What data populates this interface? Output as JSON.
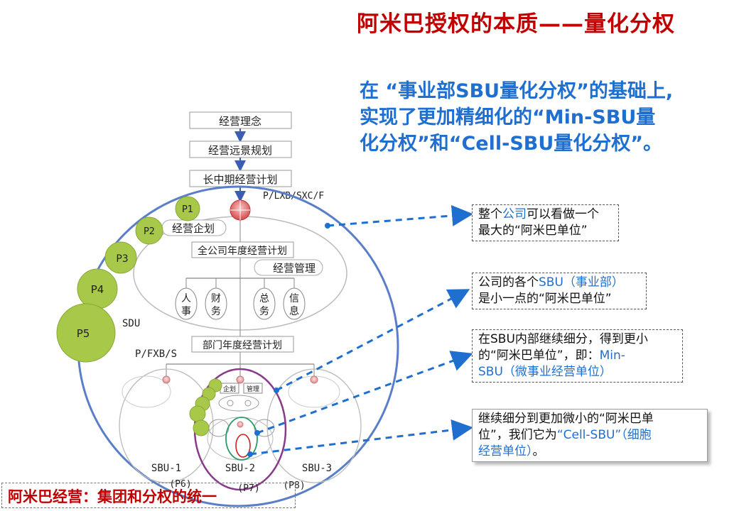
{
  "title": "阿米巴授权的本质——量化分权",
  "subtitle": {
    "line1": "在 “事业部SBU量化分权”的基础上,",
    "line2": "实现了更加精细化的“Min-SBU量",
    "line3": "化分权”和“Cell-SBU量化分权”。"
  },
  "diagram": {
    "flow": [
      "经营理念",
      "经营远景规划",
      "长中期经营计划"
    ],
    "p_lxb": "P/LXB/SXC/F",
    "p_labels": [
      "P1",
      "P2",
      "P3",
      "P4",
      "P5"
    ],
    "sdu": "SDU",
    "planning": "经营企划",
    "annual_plan": "全公司年度经营计划",
    "management": "经营管理",
    "functions": [
      {
        "top": "人",
        "bottom": "事"
      },
      {
        "top": "财",
        "bottom": "务"
      },
      {
        "top": "总",
        "bottom": "务"
      },
      {
        "top": "信",
        "bottom": "息"
      }
    ],
    "dept_plan": "部门年度经营计划",
    "p_fxb": "P/FXB/S",
    "mini_labels": [
      "企划",
      "管理"
    ],
    "sbus": [
      "SBU-1",
      "SBU-2",
      "SBU-3"
    ],
    "sbu_p": [
      "(P6)",
      "(P7)",
      "(P8)"
    ]
  },
  "notes": {
    "n1_a": "整个",
    "n1_hl": "公司",
    "n1_b": "可以看做一个",
    "n1_c": "最大的“阿米巴单位”",
    "n2_a": "公司的各个",
    "n2_hl": "SBU（事业部）",
    "n2_b": "是小一点的“阿米巴单位”",
    "n3_a": "在SBU内部继续细分，得到更小",
    "n3_b": "的“阿米巴单位”，即：",
    "n3_hl1": "Min-",
    "n3_hl2": "SBU（微事业经营单位）",
    "n4_a": "继续细分到更加微小的“阿米巴单",
    "n4_b": "位”，我们它为",
    "n4_hl1": "“Cell-SBU”（细胞",
    "n4_hl2": "经营单位）",
    "n4_c": "。"
  },
  "footer": "阿米巴经营：集团和分权的统一",
  "colors": {
    "title": "#c00000",
    "blue": "#1f6fd1",
    "green": "#a8c84a",
    "circle": "#5a7fc8",
    "purple": "#8a3a8a"
  }
}
